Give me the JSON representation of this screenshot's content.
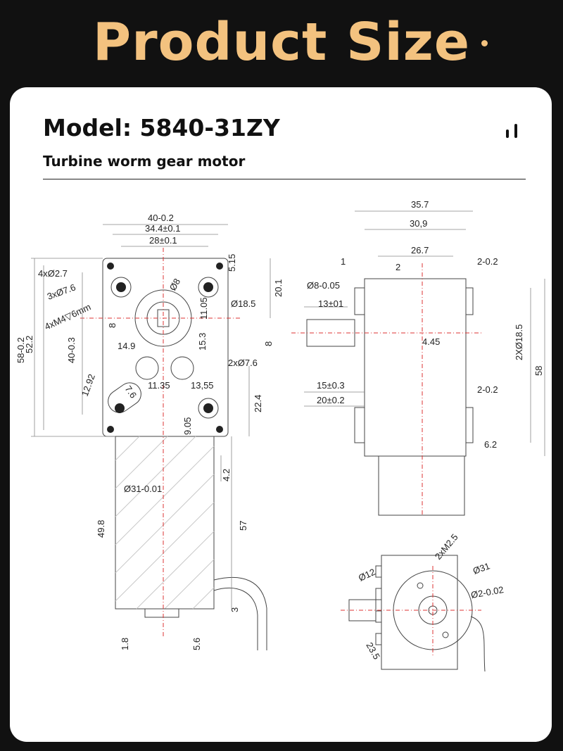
{
  "banner": {
    "title": "Product Size"
  },
  "header": {
    "model": "Model: 5840-31ZY",
    "subtitle": "Turbine worm gear motor"
  },
  "icons": {
    "signal": "signal-bars-icon"
  },
  "colors": {
    "banner_bg": "#111111",
    "banner_text": "#f3c27f",
    "card_bg": "#ffffff",
    "centerline": "#dd3333"
  },
  "front_view": {
    "width_total": "40-0.2",
    "hole_span_outer": "34.4±0.1",
    "hole_span_inner": "28±0.1",
    "height_total": "58-0.2",
    "height_inner": "52.2",
    "height_gearbox": "40-0.3",
    "holes_4x": "4xØ2.7",
    "holes_3x": "3xØ7.6",
    "thread": "4xM4▽6mm",
    "shaft_dia": "Ø8",
    "offset_5_15": "5.15",
    "dim_20_1": "20.1",
    "dim_11_05": "11.05",
    "boss_dia": "Ø18.5",
    "dim_8": "8",
    "dim_15_3": "15.3",
    "dim_14_9": "14.9",
    "holes_2x": "2xØ7.6",
    "dim_12_92": "12.92",
    "dim_7_6": "7.6",
    "dim_11_35": "11.35",
    "dim_13_55": "13,55",
    "dim_22_4": "22.4",
    "dim_9_05": "9.05",
    "dim_4_2": "4.2",
    "motor_dia": "Ø31-0.01",
    "motor_len": "49.8",
    "dim_57": "57",
    "dim_3": "3",
    "dim_1_8": "1.8",
    "dim_5_6": "5.6"
  },
  "side_view": {
    "dim_35_7": "35.7",
    "dim_30_9": "30,9",
    "dim_26_7": "26.7",
    "dim_1": "1",
    "dim_2": "2",
    "dim_2_02_top": "2-0.2",
    "shaft_dia": "Ø8-0.05",
    "dim_13": "13±01",
    "dim_8": "8",
    "dim_4_45": "4.45",
    "dim_2x_18_5": "2XØ18.5",
    "dim_58": "58",
    "dim_15": "15±0.3",
    "dim_20": "20±0.2",
    "dim_2_02_bottom": "2-0.2",
    "dim_6_2": "6.2"
  },
  "rear_view": {
    "thread": "2xM2.5",
    "dia_12": "Ø12",
    "dia_31": "Ø31",
    "dia_2": "Ø2-0.02",
    "dim_23_5": "23.5"
  }
}
